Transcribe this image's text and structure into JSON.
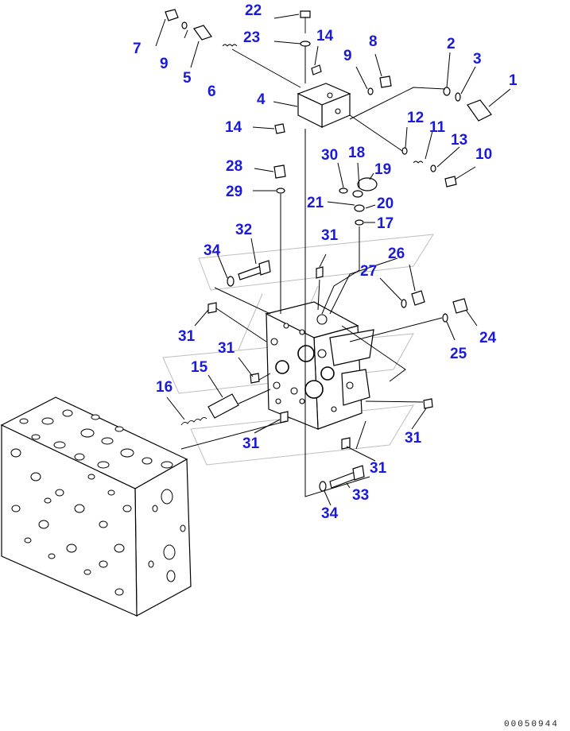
{
  "diagram": {
    "reference_number": "00050944",
    "callouts": [
      "22",
      "7",
      "23",
      "14",
      "8",
      "9",
      "5",
      "6",
      "2",
      "3",
      "1",
      "4",
      "9",
      "14",
      "12",
      "11",
      "13",
      "10",
      "28",
      "30",
      "18",
      "19",
      "29",
      "21",
      "20",
      "17",
      "34",
      "32",
      "31",
      "26",
      "27",
      "24",
      "31",
      "25",
      "31",
      "15",
      "16",
      "31",
      "31",
      "31",
      "33",
      "34"
    ]
  }
}
